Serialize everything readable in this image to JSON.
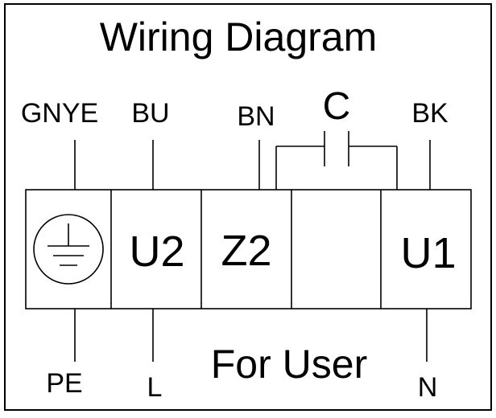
{
  "title": "Wiring Diagram",
  "wire_labels_top": {
    "earth": "GNYE",
    "u2": "BU",
    "z2": "BN",
    "capacitor": "C",
    "u1": "BK"
  },
  "terminals": {
    "u2": "U2",
    "z2": "Z2",
    "u1": "U1"
  },
  "wire_labels_bottom": {
    "earth": "PE",
    "line": "L",
    "neutral": "N"
  },
  "note": "For User",
  "colors": {
    "line": "#000000",
    "background": "#ffffff"
  }
}
